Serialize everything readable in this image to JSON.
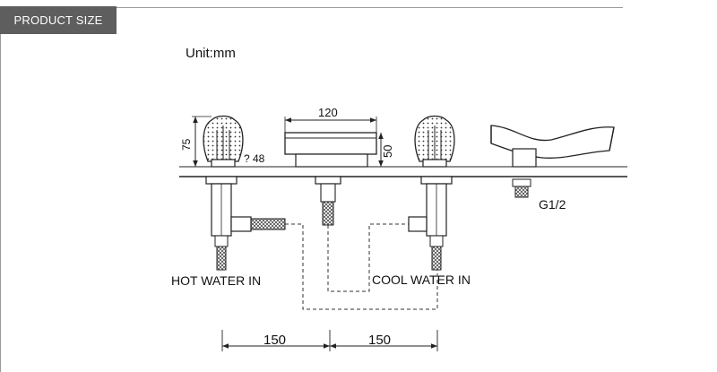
{
  "header": {
    "title": "PRODUCT SIZE"
  },
  "unit_label": "Unit:mm",
  "dimensions": {
    "spout_width": "120",
    "spout_height": "50",
    "handle_height": "75",
    "handle_diameter": "? 48",
    "connection": "G1/2",
    "spacing_left": "150",
    "spacing_right": "150"
  },
  "labels": {
    "hot_water": "HOT WATER IN",
    "cool_water": "COOL WATER IN"
  },
  "colors": {
    "header_bg": "#5e5e5e",
    "line": "#222222",
    "rule": "#9a9a9a"
  }
}
